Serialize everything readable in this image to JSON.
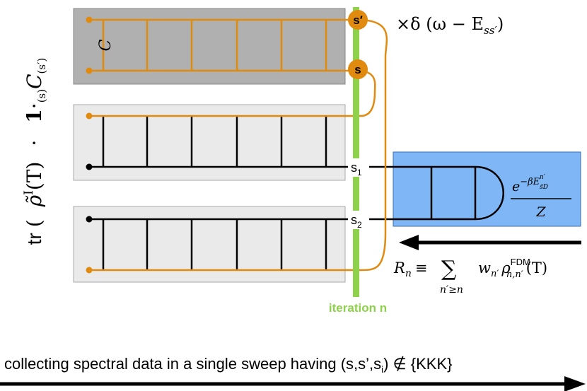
{
  "left_label": {
    "prefix": "tr",
    "rho": "ρ̃",
    "rho_sup": "I",
    "rho_arg": "(T)",
    "dot": "·",
    "one": "1",
    "one_dot": "·",
    "sub_s": "(s)",
    "c_tilde": "C",
    "sub_sprime": "(s′)"
  },
  "c_label": "C",
  "node_sprime": "s′",
  "node_s": "s",
  "delta_expr": "×δ (ω − E",
  "delta_sub": "ss′",
  "delta_close": ")",
  "s1_label": "s",
  "s1_sub": "1",
  "s2_label": "s",
  "s2_sub": "2",
  "boltz_num": "e",
  "boltz_exp": "−βE",
  "boltz_exp_sub": "s̃D",
  "boltz_exp_sup": "n′",
  "boltz_den": "Z",
  "r_lhs": "R",
  "r_lhs_sub": "n",
  "r_equiv": "≡",
  "r_sum": "∑",
  "r_sum_sub": "n′≥n",
  "r_w": "w",
  "r_w_sub": "n′",
  "r_rho": "ρ",
  "r_rho_sup": "FDM",
  "r_rho_sub": "n,n′",
  "r_arg": "(T)",
  "iteration_label": "iteration n",
  "bottom_caption_main": "collecting spectral data in a single sweep having (s,s’,s",
  "bottom_caption_sub": "i",
  "bottom_caption_rest": ") ∉ {KKK}",
  "colors": {
    "orange": "#e08a10",
    "green": "#8ed14a",
    "blue_box": "#7fb6f5",
    "dark_gray_box": "#b0b0b0",
    "light_gray_box": "#eaeaea",
    "black": "#000000"
  }
}
